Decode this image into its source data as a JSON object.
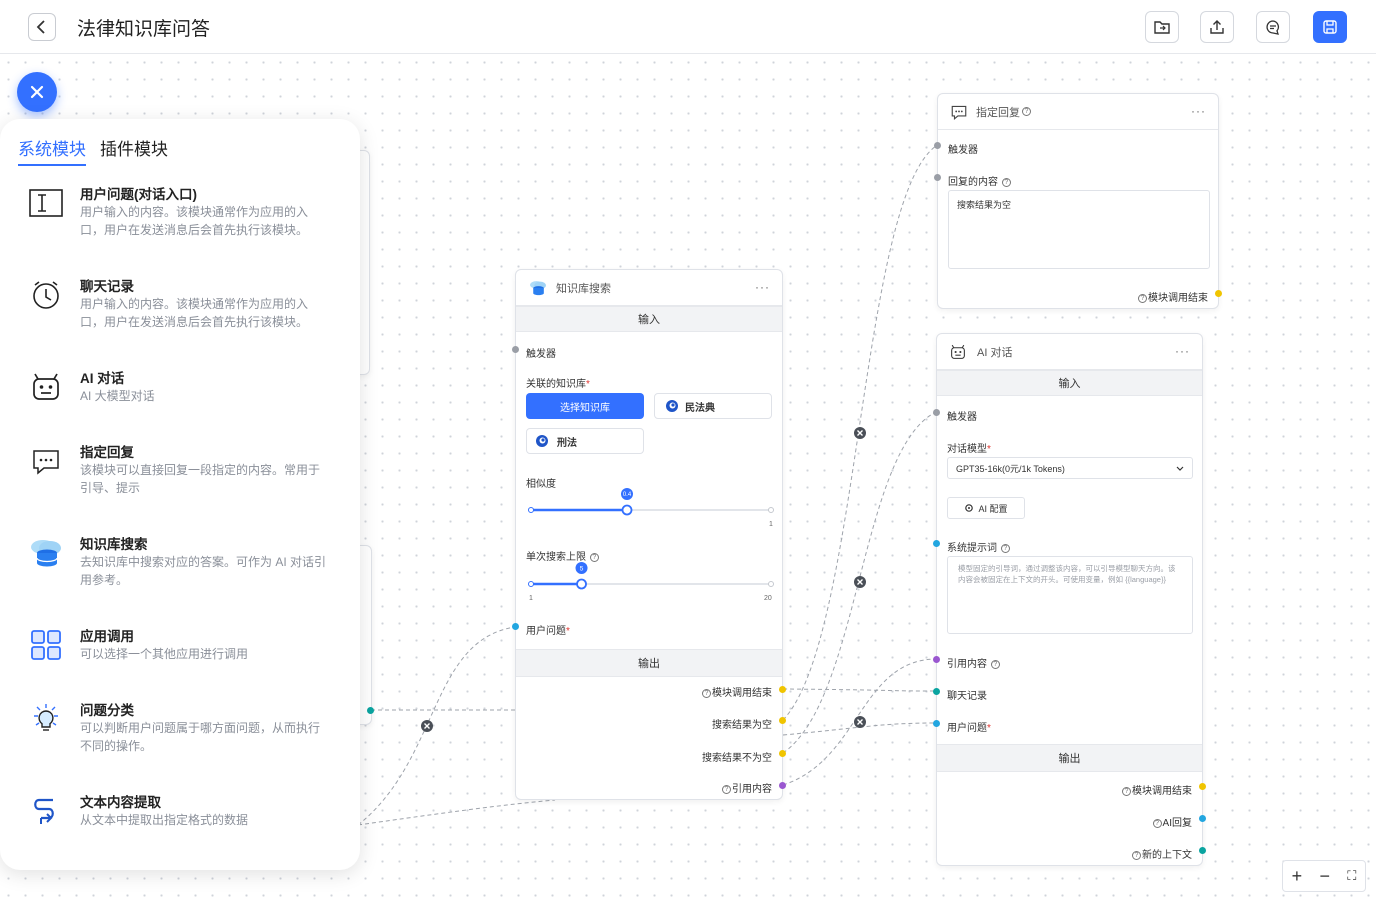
{
  "header": {
    "title": "法律知识库问答"
  },
  "panel": {
    "tabs": [
      {
        "label": "系统模块",
        "active": true
      },
      {
        "label": "插件模块",
        "active": false
      }
    ],
    "modules": [
      {
        "icon": "text-cursor-icon",
        "title": "用户问题(对话入口)",
        "desc": "用户输入的内容。该模块通常作为应用的入口，用户在发送消息后会首先执行该模块。"
      },
      {
        "icon": "clock-icon",
        "title": "聊天记录",
        "desc": "用户输入的内容。该模块通常作为应用的入口，用户在发送消息后会首先执行该模块。"
      },
      {
        "icon": "robot-icon",
        "title": "AI 对话",
        "desc": "AI 大模型对话"
      },
      {
        "icon": "chat-bubble-icon",
        "title": "指定回复",
        "desc": "该模块可以直接回复一段指定的内容。常用于引导、提示"
      },
      {
        "icon": "database-icon",
        "title": "知识库搜索",
        "desc": "去知识库中搜索对应的答案。可作为 AI 对话引用参考。"
      },
      {
        "icon": "grid-icon",
        "title": "应用调用",
        "desc": "可以选择一个其他应用进行调用"
      },
      {
        "icon": "bulb-icon",
        "title": "问题分类",
        "desc": "可以判断用户问题属于哪方面问题，从而执行不同的操作。"
      },
      {
        "icon": "extract-icon",
        "title": "文本内容提取",
        "desc": "从文本中提取出指定格式的数据"
      }
    ]
  },
  "kb_node": {
    "title": "知识库搜索",
    "input_label": "输入",
    "trigger": "触发器",
    "kb_label": "关联的知识库",
    "select_btn": "选择知识库",
    "kb1": "民法典",
    "kb2": "刑法",
    "similarity_label": "相似度",
    "similarity_value": 0.4,
    "similarity_value_text": "0.4",
    "similarity_max": "1",
    "limit_label": "单次搜索上限",
    "limit_value": 5,
    "limit_value_text": "5",
    "limit_min": "1",
    "limit_max": "20",
    "user_question": "用户问题",
    "output_label": "输出",
    "out1": "模块调用结束",
    "out2": "搜索结果为空",
    "out3": "搜索结果不为空",
    "out4": "引用内容"
  },
  "reply_node": {
    "title": "指定回复",
    "trigger": "触发器",
    "content_label": "回复的内容",
    "content": "搜索结果为空",
    "out": "模块调用结束"
  },
  "ai_node": {
    "title": "AI 对话",
    "input_label": "输入",
    "trigger": "触发器",
    "model_label": "对话模型",
    "model_value": "GPT35-16k(0元/1k Tokens)",
    "config_btn": "AI 配置",
    "prompt_label": "系统提示词",
    "prompt_placeholder": "模型固定的引导词，通过调整该内容，可以引导模型聊天方向。该内容会被固定在上下文的开头。可使用变量，例如 {{language}}",
    "quote_label": "引用内容",
    "history_label": "聊天记录",
    "question_label": "用户问题",
    "output_label": "输出",
    "out1": "模块调用结束",
    "out2": "AI回复",
    "out3": "新的上下文"
  },
  "zoom": {
    "plus": "+",
    "minus": "−",
    "fit": "⛶"
  },
  "colors": {
    "primary": "#3370ff",
    "yellow": "#f0c400",
    "purple": "#9a57d0",
    "teal": "#0aa4a0",
    "gray": "#9a9ea6",
    "sky": "#23a6e0"
  }
}
